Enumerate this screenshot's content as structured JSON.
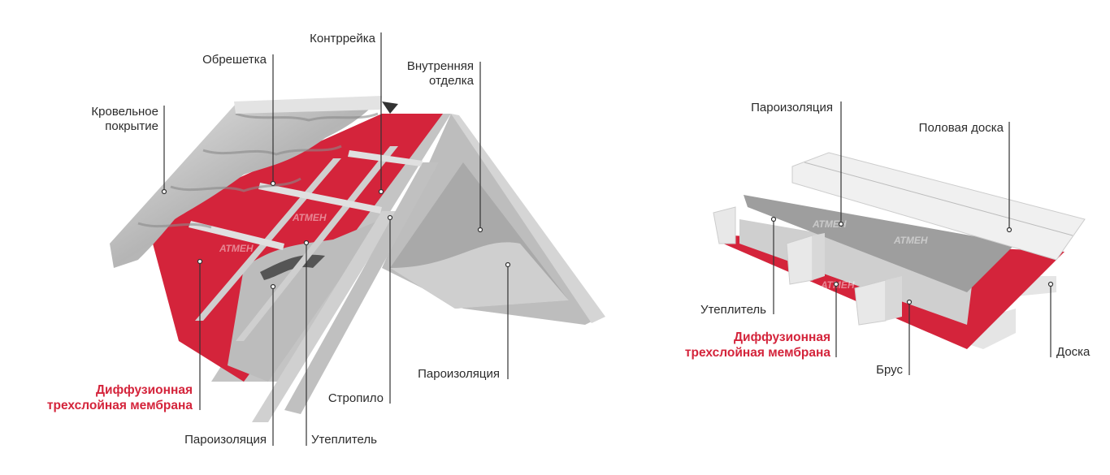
{
  "roof": {
    "labels": {
      "counter_batten": "Контррейка",
      "batten": "Обрешетка",
      "inner_finish_1": "Внутренняя",
      "inner_finish_2": "отделка",
      "roofing_1": "Кровельное",
      "roofing_2": "покрытие",
      "membrane_1": "Диффузионная",
      "membrane_2": "трехслойная мембрана",
      "vapor_barrier_bottom": "Пароизоляция",
      "insulation": "Утеплитель",
      "rafter": "Стропило",
      "vapor_barrier_right": "Пароизоляция"
    }
  },
  "floor": {
    "labels": {
      "vapor_barrier": "Пароизоляция",
      "floor_board": "Половая доска",
      "insulation": "Утеплитель",
      "membrane_1": "Диффузионная",
      "membrane_2": "трехслойная мембрана",
      "beam": "Брус",
      "board": "Доска"
    }
  },
  "brand": "АТМЕН",
  "colors": {
    "membrane": "#d4243b",
    "label_accent": "#d4243b",
    "material": "#c9c9c9"
  }
}
